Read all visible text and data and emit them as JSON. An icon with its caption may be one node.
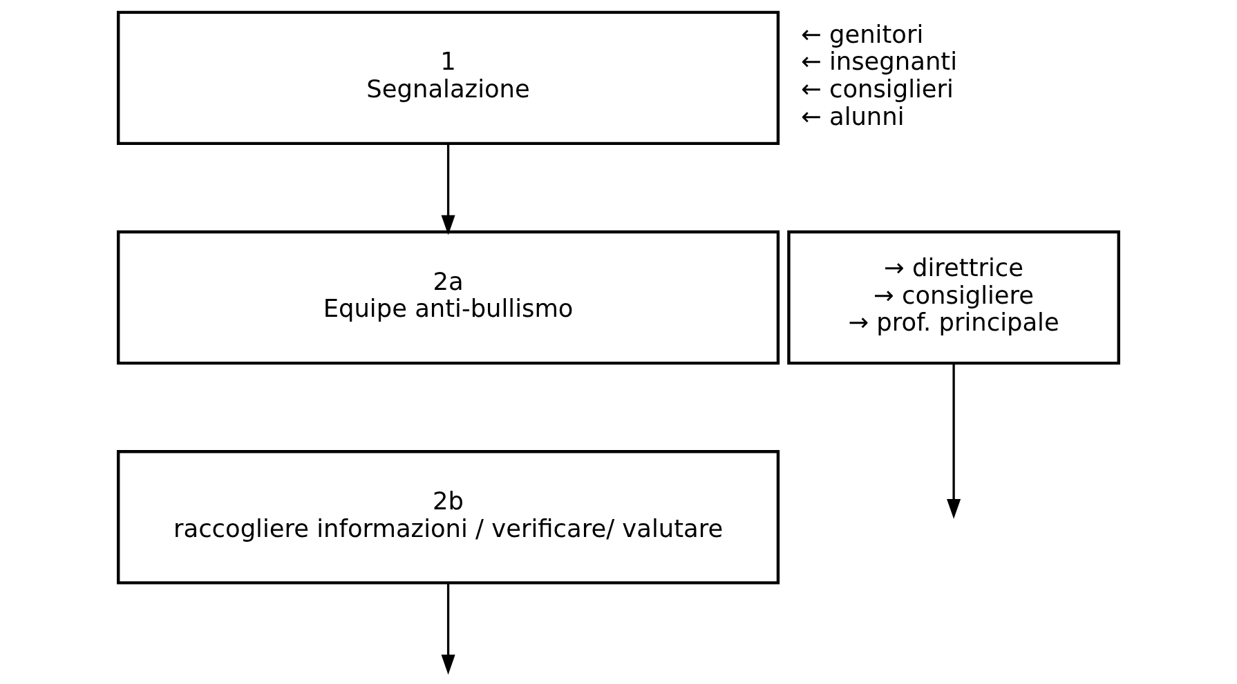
{
  "diagram": {
    "nodes": [
      {
        "text": [
          "1",
          "Segnalazione"
        ],
        "beside": [
          "← genitori",
          "← insegnanti",
          "← consiglieri",
          "← alunni"
        ]
      },
      {
        "text": [
          "2a",
          "Equipe anti-bullismo"
        ]
      },
      {
        "text": [
          "2b",
          "raccogliere informazioni / verificare/ valutare"
        ]
      },
      {
        "text": [
          "→ direttrice",
          "→ consigliere",
          "→ prof. principale"
        ]
      }
    ],
    "edges": [
      {
        "from": 0,
        "to": 1,
        "arrow": "to"
      },
      {
        "from": 2,
        "to": null,
        "arrow": "to"
      },
      {
        "from": 3,
        "to": null,
        "arrow": "to"
      }
    ]
  }
}
